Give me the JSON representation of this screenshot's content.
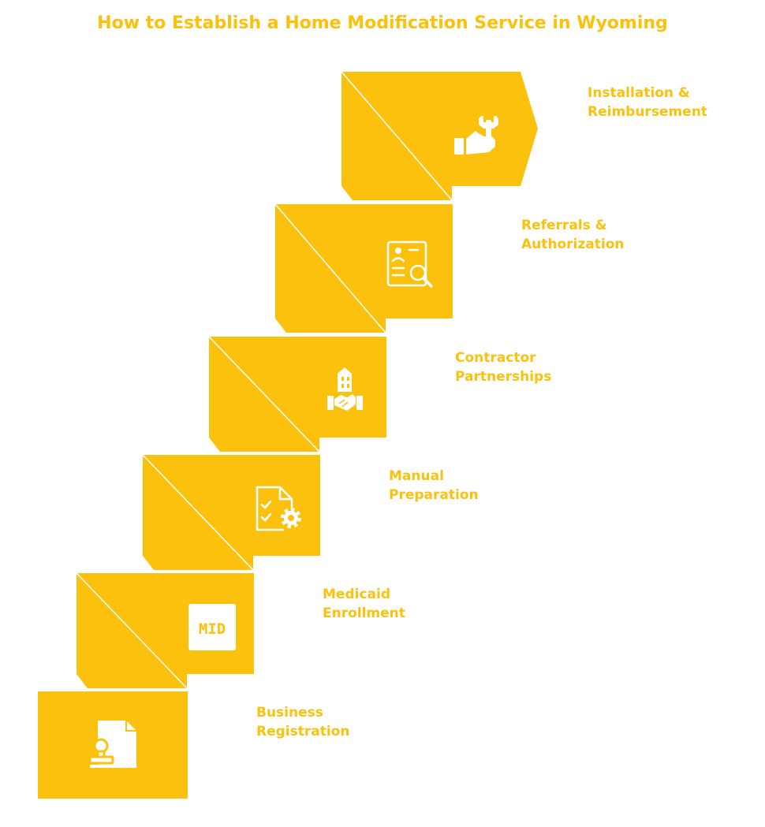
{
  "title": "How to Establish a Home Modification Service in Wyoming",
  "colors": {
    "block": "#FCC10C",
    "block_dark": "#E5AE05",
    "icon": "#FFFFFF",
    "text": "#FCC10C"
  },
  "steps": [
    {
      "title_line1": "Business",
      "title_line2": "Registration",
      "icon": "document-stamp-icon"
    },
    {
      "title_line1": "Medicaid",
      "title_line2": "Enrollment",
      "icon": "mid-badge-icon",
      "icon_text": "MID"
    },
    {
      "title_line1": "Manual",
      "title_line2": "Preparation",
      "icon": "checklist-gear-icon"
    },
    {
      "title_line1": "Contractor",
      "title_line2": "Partnerships",
      "icon": "handshake-building-icon"
    },
    {
      "title_line1": "Referrals &",
      "title_line2": "Authorization",
      "icon": "document-search-icon"
    },
    {
      "title_line1": "Installation &",
      "title_line2": "Reimbursement",
      "icon": "hand-wrench-icon"
    }
  ]
}
